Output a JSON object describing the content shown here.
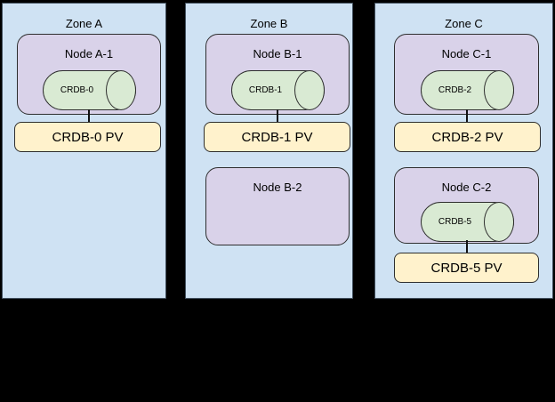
{
  "colors": {
    "background": "#000000",
    "zone_fill": "#cfe2f3",
    "node_fill": "#d9d2e9",
    "pod_fill": "#d9ead3",
    "pv_fill": "#fff2cc",
    "zone_border": "#42505e",
    "shape_border": "#2e2e2e",
    "connector": "#111111",
    "text": "#000000"
  },
  "zones": [
    {
      "label": "Zone A",
      "groups": [
        {
          "node": "Node A-1",
          "pod": "CRDB-0",
          "pv": "CRDB-0 PV"
        }
      ]
    },
    {
      "label": "Zone B",
      "groups": [
        {
          "node": "Node B-1",
          "pod": "CRDB-1",
          "pv": "CRDB-1 PV"
        },
        {
          "node": "Node B-2"
        }
      ]
    },
    {
      "label": "Zone C",
      "groups": [
        {
          "node": "Node C-1",
          "pod": "CRDB-2",
          "pv": "CRDB-2 PV"
        },
        {
          "node": "Node C-2",
          "pod": "CRDB-5",
          "pv": "CRDB-5 PV"
        }
      ]
    }
  ]
}
